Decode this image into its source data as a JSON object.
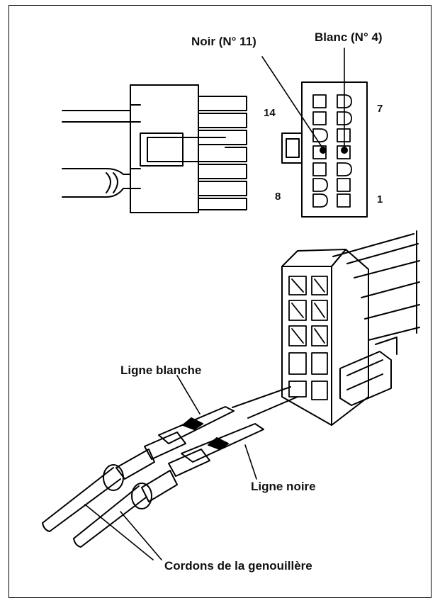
{
  "labels": {
    "noir": "Noir (N° 11)",
    "blanc": "Blanc (N° 4)",
    "ligne_blanche": "Ligne blanche",
    "ligne_noire": "Ligne noire",
    "cordons": "Cordons de la genouillère"
  },
  "pins": {
    "top_left": "14",
    "top_right": "7",
    "bottom_left": "8",
    "bottom_right": "1"
  }
}
